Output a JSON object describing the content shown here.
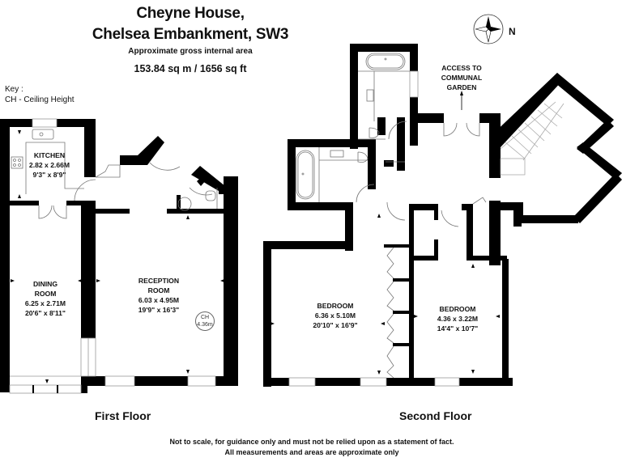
{
  "header": {
    "title_line1": "Cheyne House,",
    "title_line2": "Chelsea Embankment, SW3",
    "subtitle": "Approximate gross internal area",
    "area": "153.84 sq m /  1656 sq ft"
  },
  "key": {
    "heading": "Key :",
    "items": [
      {
        "abbr": "CH",
        "meaning": "CH - Ceiling Height"
      }
    ]
  },
  "compass": {
    "icon": "compass-rose-icon",
    "label": "N"
  },
  "first_floor": {
    "label": "First Floor",
    "rooms": [
      {
        "name_line1": "KITCHEN",
        "name_line2": "",
        "metric": "2.82 x 2.66M",
        "imperial": "9'3\" x 8'9\""
      },
      {
        "name_line1": "DINING",
        "name_line2": "ROOM",
        "metric": "6.25 x 2.71M",
        "imperial": "20'6\" x 8'11\""
      },
      {
        "name_line1": "RECEPTION",
        "name_line2": "ROOM",
        "metric": "6.03 x 4.95M",
        "imperial": "19'9\" x 16'3\""
      }
    ],
    "ceiling_height": {
      "label": "CH",
      "value": "4.36m"
    }
  },
  "second_floor": {
    "label": "Second Floor",
    "access_note": {
      "line1": "ACCESS TO",
      "line2": "COMMUNAL",
      "line3": "GARDEN"
    },
    "rooms": [
      {
        "name_line1": "BEDROOM",
        "metric": "6.36 x 5.10M",
        "imperial": "20'10\" x 16'9\""
      },
      {
        "name_line1": "BEDROOM",
        "metric": "4.36 x 3.22M",
        "imperial": "14'4\" x 10'7\""
      }
    ]
  },
  "footer": {
    "disclaimer_line1": "Not to scale, for guidance only and must not be relied upon as a statement of fact.",
    "disclaimer_line2": "All measurements and areas are approximate only"
  },
  "colors": {
    "wall": "#000000",
    "fixture_line": "#888888",
    "background": "#ffffff"
  }
}
